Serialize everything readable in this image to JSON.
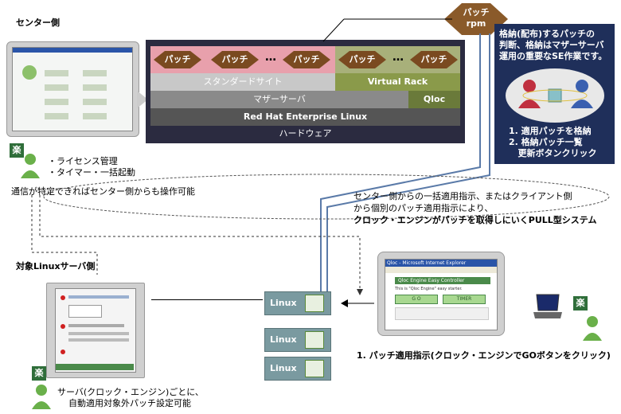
{
  "center_label": "センター側",
  "target_label": "対象Linuxサーバ側",
  "patch_rpm": {
    "line1": "パッチ",
    "line2": "rpm"
  },
  "stack": {
    "patch_label": "パッチ",
    "dots": "…",
    "standard_site": "スタンダードサイト",
    "virtual_rack": "Virtual Rack",
    "mother_server": "マザーサーバ",
    "qloc": "Qloc",
    "os": "Red Hat Enterprise Linux",
    "hardware": "ハードウェア"
  },
  "info": {
    "lines": [
      "格納(配布)するパッチの",
      "判断、格納はマザーサーバ",
      "運用の重要なSE作業です。"
    ],
    "steps": [
      "1. 適用パッチを格納",
      "2. 格納パッチ一覧",
      "   更新ボタンクリック"
    ]
  },
  "center_features": [
    "・ライセンス管理",
    "・タイマー・一括起動"
  ],
  "network_note": "通信が特定できればセンター側からも操作可能",
  "pull_text": [
    "センター側からの一括適用指示、またはクライアント側",
    "から個別のパッチ適用指示により、",
    "クロック・エンジンがパッチを取得しにいくPULL型システム"
  ],
  "linux_label": "Linux",
  "apply_caption": "1. パッチ適用指示(クロック・エンジンでGOボタンをクリック)",
  "server_caption": [
    "サーバ(クロック・エンジン)ごとに、",
    "自動適用対象外パッチ設定可能"
  ],
  "raku": "楽",
  "browser": {
    "title": "Qloc - Microsoft Internet Explorer",
    "app_title": "Qloc Engine Easy Controller",
    "subtitle": "This is \"Qloc Engine\" easy starter.",
    "go": "G O",
    "timer": "TIMER"
  }
}
